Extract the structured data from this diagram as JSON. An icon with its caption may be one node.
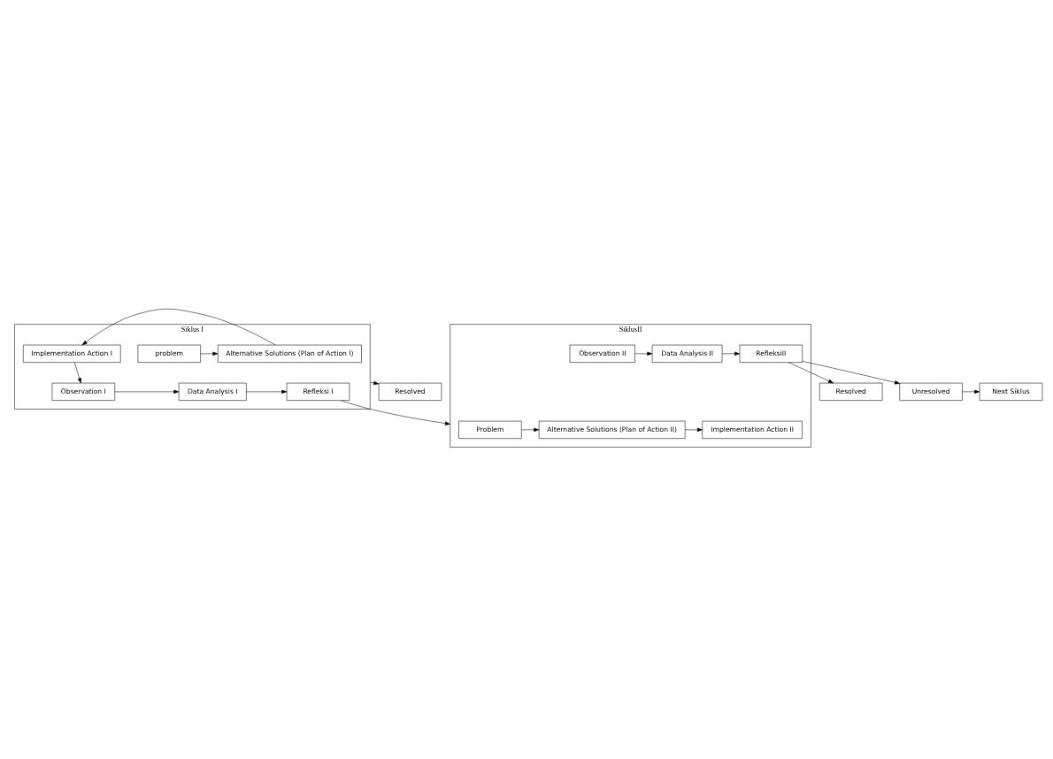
{
  "diagram": {
    "nodes": [
      {
        "text": [
          "Siklus I"
        ]
      },
      {
        "text": [
          "problem"
        ],
        "in": 0
      },
      {
        "text": [
          "Alternative Solutions (Plan of Action I)"
        ],
        "in": 0
      },
      {
        "text": [
          "Implementation Action I"
        ],
        "in": 0
      },
      {
        "text": [
          "Resolved"
        ]
      },
      {
        "text": [
          "Refleksi I"
        ],
        "in": 0
      },
      {
        "text": [
          "Data Analysis I"
        ],
        "in": 0
      },
      {
        "text": [
          "Observation I"
        ],
        "in": 0
      },
      {
        "text": [
          "SiklusII"
        ]
      },
      {
        "text": [
          "Problem"
        ],
        "in": 8
      },
      {
        "text": [
          "Alternative Solutions (Plan of Action II)"
        ],
        "in": 8
      },
      {
        "text": [
          "Implementation Action II"
        ],
        "in": 8
      },
      {
        "text": [
          "Resolved"
        ]
      },
      {
        "text": [
          "RefleksiII"
        ],
        "in": 8
      },
      {
        "text": [
          "Data Analysis II"
        ],
        "in": 8
      },
      {
        "text": [
          "Observation II"
        ],
        "in": 8
      },
      {
        "text": [
          "Unresolved"
        ]
      },
      {
        "text": [
          "Next Siklus"
        ]
      }
    ],
    "edges": [
      {
        "from": 1,
        "to": 2,
        "arrow": "to"
      },
      {
        "from": 2,
        "to": 3,
        "arrow": "to"
      },
      {
        "from": 3,
        "to": 7,
        "arrow": "to"
      },
      {
        "from": 7,
        "to": 6,
        "arrow": "to"
      },
      {
        "from": 6,
        "to": 5,
        "arrow": "to"
      },
      {
        "from": 0,
        "to": 4,
        "arrow": "to"
      },
      {
        "from": 5,
        "to": 8,
        "arrow": "to"
      },
      {
        "from": 9,
        "to": 10,
        "arrow": "to"
      },
      {
        "from": 10,
        "to": 11,
        "arrow": "to"
      },
      {
        "from": 15,
        "to": 14,
        "arrow": "to"
      },
      {
        "from": 14,
        "to": 13,
        "arrow": "to"
      },
      {
        "from": 13,
        "to": 12,
        "arrow": "to"
      },
      {
        "from": 13,
        "to": 16,
        "arrow": "to"
      },
      {
        "from": 16,
        "to": 17,
        "arrow": "to"
      }
    ]
  }
}
